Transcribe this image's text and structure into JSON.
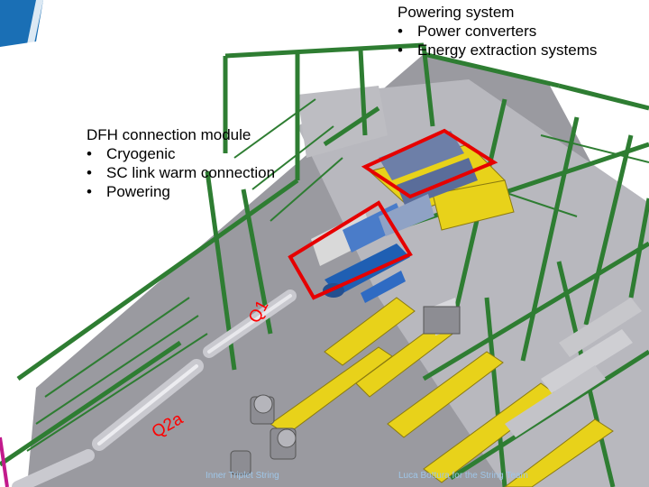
{
  "powering_system": {
    "title": "Powering system",
    "items": [
      "Power converters",
      "Energy extraction systems"
    ]
  },
  "dfh_module": {
    "title": "DFH connection module",
    "items": [
      "Cryogenic",
      "SC link warm connection",
      "Powering"
    ]
  },
  "labels": {
    "q1": "Q1",
    "q2a": "Q2a"
  },
  "footer": {
    "left": "Inner Triplet String",
    "right": "Luca Bottura for the String Team"
  },
  "colors": {
    "steel_frame": "#2e7d32",
    "highlight": "#e60000",
    "floor": "#9a9aa0",
    "slab": "#b5b5bb",
    "yellow_structures": "#e8d21a",
    "logo_blue": "#1a6fb5"
  }
}
